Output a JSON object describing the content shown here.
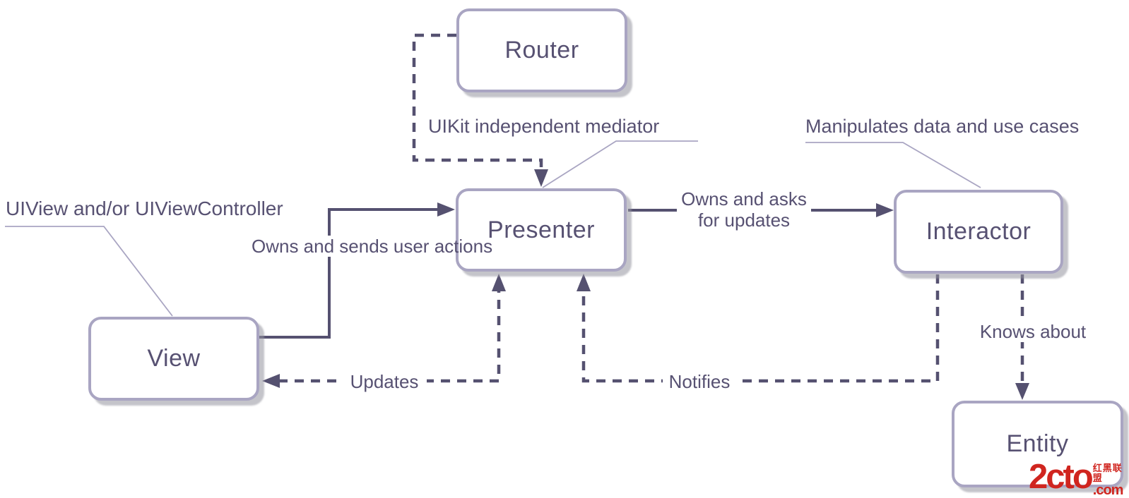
{
  "diagram": {
    "nodes": {
      "router": "Router",
      "presenter": "Presenter",
      "interactor": "Interactor",
      "view": "View",
      "entity": "Entity"
    },
    "annotations": {
      "uikit_mediator": "UIKit independent mediator",
      "manipulates": "Manipulates data and use cases",
      "uiview_controller": "UIView and/or UIViewController",
      "owns_sends": "Owns and\nsends user actions",
      "owns_asks": "Owns and asks\nfor updates",
      "updates": "Updates",
      "notifies": "Notifies",
      "knows_about": "Knows about"
    },
    "colors": {
      "node_border": "#a9a5c2",
      "node_text": "#575172",
      "connector_line": "#555170",
      "callout_line": "#a9a5c2",
      "background": "#ffffff",
      "watermark_red": "#d0251f"
    }
  },
  "watermark": {
    "brand": "2cto",
    "tld": ".com",
    "cn_label": "红黑联盟"
  }
}
